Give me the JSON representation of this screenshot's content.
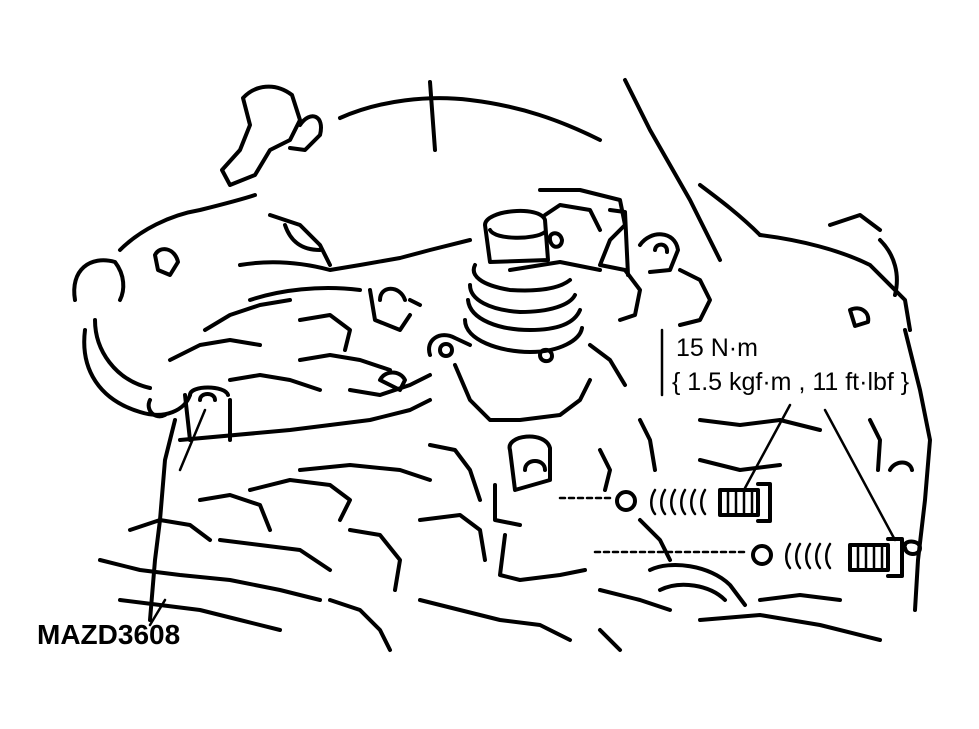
{
  "annotation": {
    "torque_metric": "15 N·m",
    "torque_alt": "{ 1.5 kgf·m , 11 ft·lbf }"
  },
  "figure_code": "MAZD3608",
  "colors": {
    "ink": "#000000",
    "background": "#ffffff"
  }
}
